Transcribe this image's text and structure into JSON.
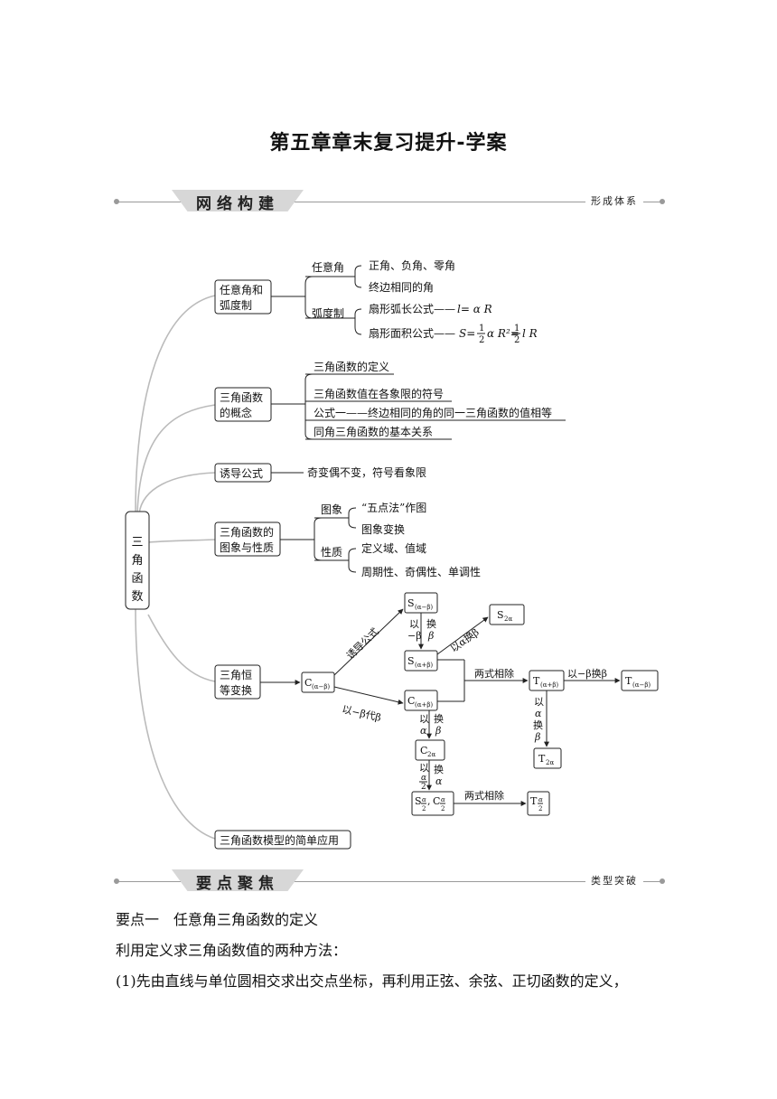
{
  "title": "第五章章末复习提升-学案",
  "section1": {
    "label": "网络构建",
    "right": "形成体系"
  },
  "section2": {
    "label": "要点聚焦",
    "right": "类型突破"
  },
  "map": {
    "root": [
      "三",
      "角",
      "函",
      "数"
    ],
    "b1": {
      "box": [
        "任意角和",
        "弧度制"
      ],
      "sub1": "任意角",
      "sub1_leaves": [
        "正角、负角、零角",
        "终边相同的角"
      ],
      "sub2": "弧度制",
      "leaf_arc": "扇形弧长公式——",
      "formula_arc": "l= α R",
      "leaf_area": "扇形面积公式——",
      "area_s": "S=",
      "area_mid": "α R²=",
      "area_end": "l R",
      "frac_num": "1",
      "frac_den": "2"
    },
    "b2": {
      "box": [
        "三角函数",
        "的概念"
      ],
      "leaves": [
        "三角函数的定义",
        "三角函数值在各象限的符号",
        "公式一——终边相同的角的同一三角函数的值相等",
        "同角三角函数的基本关系"
      ]
    },
    "b3": {
      "box": "诱导公式",
      "leaf": "奇变偶不变，符号看象限"
    },
    "b4": {
      "box": [
        "三角函数的",
        "图象与性质"
      ],
      "sub1": "图象",
      "sub1_leaves": [
        "“五点法”作图",
        "图象变换"
      ],
      "sub2": "性质",
      "sub2_leaves": [
        "定义域、值域",
        "周期性、奇偶性、单调性"
      ]
    },
    "b5": {
      "box": [
        "三角恒",
        "等变换"
      ],
      "c_minus": [
        "C",
        "(α−β)"
      ],
      "s_minus": [
        "S",
        "(α−β)"
      ],
      "s_plus": [
        "S",
        "(α+β)"
      ],
      "c_plus": [
        "C",
        "(α+β)"
      ],
      "s_2a": [
        "S",
        "2α"
      ],
      "c_2a": [
        "C",
        "2α"
      ],
      "t_plus": [
        "T",
        "(α+β)"
      ],
      "t_minus": [
        "T",
        "(α−β)"
      ],
      "t_2a": [
        "T",
        "2α"
      ],
      "half_s": "S",
      "half_c": "C",
      "half_t": "T",
      "half_sep": ",",
      "half_num": "α",
      "half_den": "2",
      "lbl_induce": "诱导公式",
      "lbl_replace": "以−β代β",
      "lbl_yi": "以",
      "lbl_huan": "换",
      "lbl_neg_beta": "−β",
      "lbl_beta": "β",
      "lbl_alpha": "α",
      "lbl_alpha_beta": "以α换β",
      "lbl_two_div": "两式相除",
      "lbl_neg_beta_beta": "以−β换β"
    },
    "b6": {
      "box": "三角函数模型的简单应用"
    }
  },
  "body": {
    "point1": "要点一　任意角三角函数的定义",
    "line2": "利用定义求三角函数值的两种方法：",
    "line3": "(1)先由直线与单位圆相交求出交点坐标，再利用正弦、余弦、正切函数的定义，"
  }
}
